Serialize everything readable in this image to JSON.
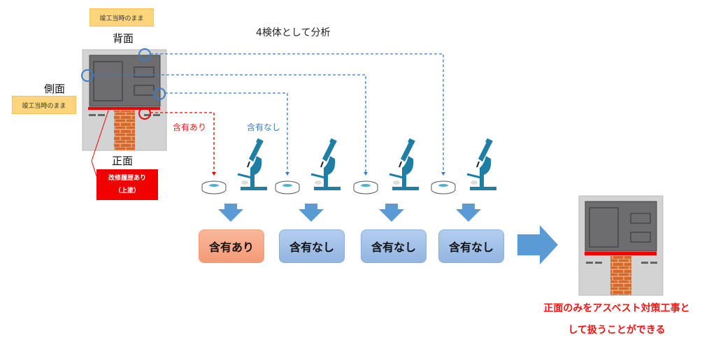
{
  "title": "4検体として分析",
  "views": {
    "back": "背面",
    "side": "側面",
    "front": "正面"
  },
  "notes": {
    "back_note": "竣工当時のまま",
    "side_note": "竣工当時のまま",
    "front_note_line1": "改修履歴あり",
    "front_note_line2": "（上塗）"
  },
  "line_labels": {
    "positive": "含有あり",
    "negative": "含有なし"
  },
  "results": [
    {
      "label": "含有あり",
      "status": "positive"
    },
    {
      "label": "含有なし",
      "status": "negative"
    },
    {
      "label": "含有なし",
      "status": "negative"
    },
    {
      "label": "含有なし",
      "status": "negative"
    }
  ],
  "conclusion": {
    "line1": "正面のみをアスベスト対策工事と",
    "line2": "して扱うことができる"
  },
  "colors": {
    "positive": "#ff1a1a",
    "negative": "#3b7cc4",
    "arrow": "#5b9bd5",
    "microscope": "#1f7ea3"
  }
}
